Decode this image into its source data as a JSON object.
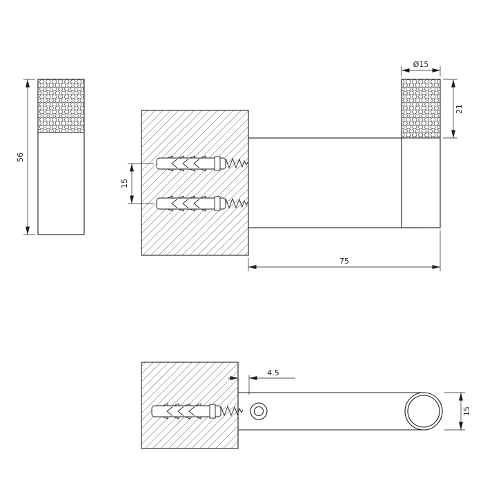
{
  "canvas": {
    "background": "#ffffff",
    "line_color": "#1c1c1c",
    "hatch_color": "#3c3c3c"
  },
  "views": {
    "side": {
      "dim_total_height": "56"
    },
    "front": {
      "dim_screw_spacing": "15",
      "dim_head_diameter": "Ø15",
      "dim_knurl_height": "21",
      "dim_arm_length": "75"
    },
    "plan": {
      "dim_wall_offset": "4.5",
      "dim_post_diameter": "15"
    }
  }
}
